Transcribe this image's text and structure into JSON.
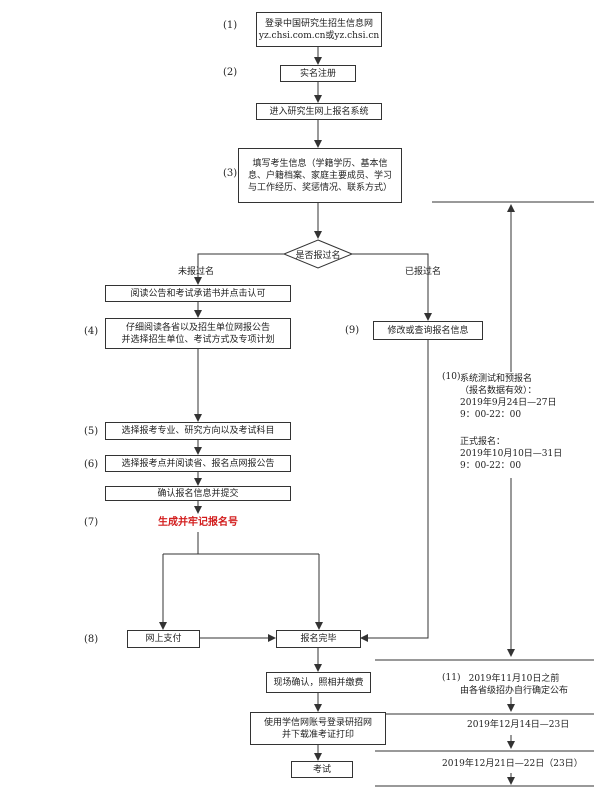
{
  "steps": {
    "s1": "(1)",
    "s2": "(2)",
    "s3": "(3)",
    "s4": "(4)",
    "s5": "(5)",
    "s6": "(6)",
    "s7": "(7)",
    "s8": "(8)",
    "s9": "(9)",
    "s10": "(10)",
    "s11": "(11)"
  },
  "boxes": {
    "login": [
      "登录中国研究生招生信息网",
      "yz.chsi.com.cn或yz.chsi.cn"
    ],
    "register": "实名注册",
    "enter_system": "进入研究生网上报名系统",
    "fill_info": [
      "填写考生信息（学籍学历、基本信",
      "息、户籍档案、家庭主要成员、学习",
      "与工作经历、奖惩情况、联系方式）"
    ],
    "decision": "是否报过名",
    "read_notice": "阅读公告和考试承诺书并点击认可",
    "read_unit": [
      "仔细阅读各省以及招生单位网报公告",
      "并选择招生单位、考试方式及专项计划"
    ],
    "modify": "修改或查询报名信息",
    "select_major": "选择报考专业、研究方向以及考试科目",
    "select_site": "选择报考点并阅读省、报名点网报公告",
    "confirm_submit": "确认报名信息并提交",
    "generate_no": "生成并牢记报名号",
    "pay": "网上支付",
    "done": "报名完毕",
    "onsite": "现场确认，照相并缴费",
    "download": [
      "使用学信网账号登录研招网",
      "并下载准考证打印"
    ],
    "exam": "考试"
  },
  "branches": {
    "not_registered": "未报过名",
    "registered": "已报过名"
  },
  "side_notes": {
    "test_register": [
      "系统测试和预报名",
      "（报名数据有效）：",
      "2019年9月24日—27日",
      "9：00-22：00"
    ],
    "formal_register": [
      "正式报名：",
      "2019年10月10日—31日",
      "9：00-22：00"
    ],
    "confirm_time": [
      "2019年11月10日之前",
      "由各省级招办自行确定公布"
    ],
    "print_time": "2019年12月14日—23日",
    "exam_time": "2019年12月21日—22日（23日）"
  }
}
